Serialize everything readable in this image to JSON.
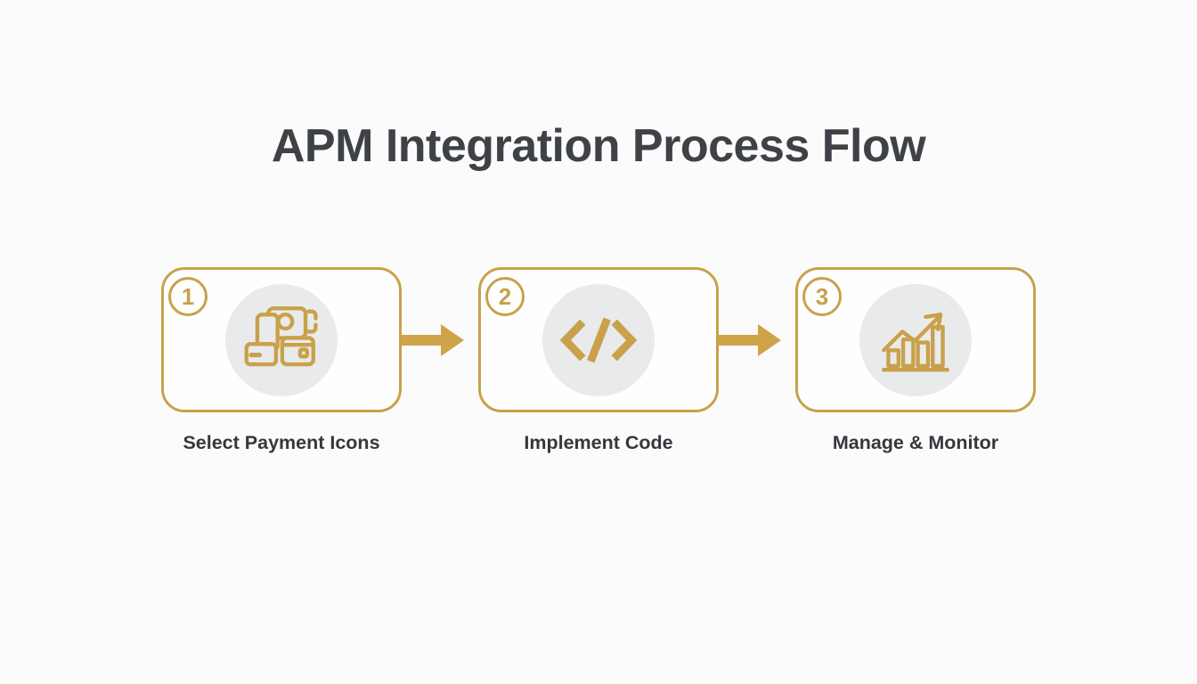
{
  "title": "APM Integration Process Flow",
  "colors": {
    "gold_border": "#C9A14B",
    "arrow_gold": "#CFA449",
    "icon_circle_bg": "#E9EAEB",
    "title_text": "#3E4247",
    "label_text": "#34383C",
    "page_background": "#FBFBFC"
  },
  "steps": [
    {
      "number": "1",
      "label": "Select Payment Icons",
      "icon": "payment-methods-icon"
    },
    {
      "number": "2",
      "label": "Implement Code",
      "icon": "code-icon"
    },
    {
      "number": "3",
      "label": "Manage & Monitor",
      "icon": "bar-chart-growth-icon"
    }
  ],
  "connectors": [
    {
      "icon": "arrow-right-icon"
    },
    {
      "icon": "arrow-right-icon"
    }
  ]
}
